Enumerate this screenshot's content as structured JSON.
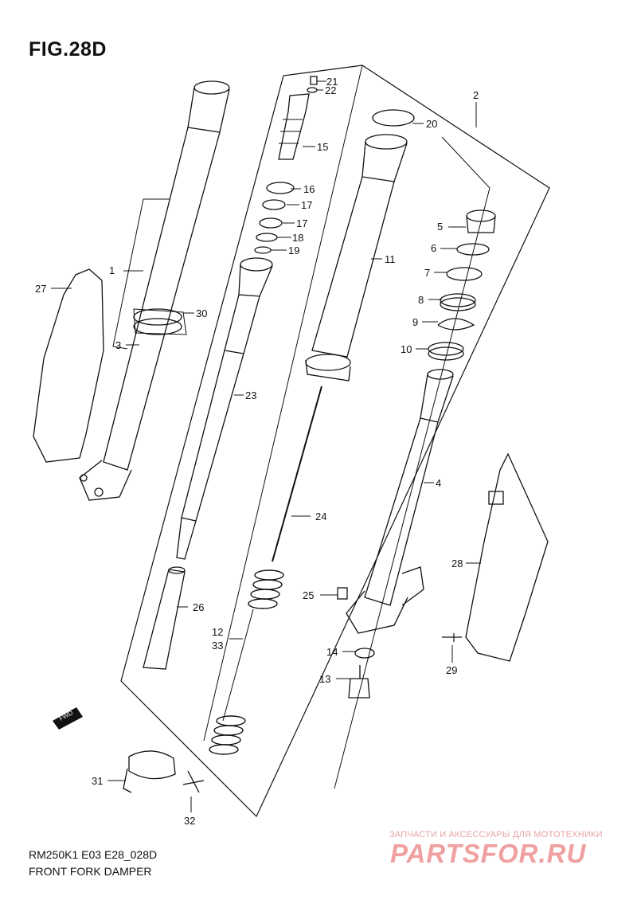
{
  "figure": {
    "title": "FIG.28D",
    "model_code": "RM250K1 E03 E28_028D",
    "name": "FRONT FORK DAMPER"
  },
  "watermark": {
    "tagline": "ЗАПЧАСТИ И АКСЕССУАРЫ ДЛЯ МОТОТЕХНИКИ",
    "logo": "PARTSFOR.RU"
  },
  "parts": [
    {
      "id": "p1",
      "label": "1"
    },
    {
      "id": "p2",
      "label": "2"
    },
    {
      "id": "p3",
      "label": "3"
    },
    {
      "id": "p4",
      "label": "4"
    },
    {
      "id": "p5",
      "label": "5"
    },
    {
      "id": "p6",
      "label": "6"
    },
    {
      "id": "p7",
      "label": "7"
    },
    {
      "id": "p8",
      "label": "8"
    },
    {
      "id": "p9",
      "label": "9"
    },
    {
      "id": "p10",
      "label": "10"
    },
    {
      "id": "p11",
      "label": "11"
    },
    {
      "id": "p12",
      "label": "12"
    },
    {
      "id": "p33",
      "label": "33"
    },
    {
      "id": "p13",
      "label": "13"
    },
    {
      "id": "p14",
      "label": "14"
    },
    {
      "id": "p15",
      "label": "15"
    },
    {
      "id": "p16",
      "label": "16"
    },
    {
      "id": "p17a",
      "label": "17"
    },
    {
      "id": "p17b",
      "label": "17"
    },
    {
      "id": "p18",
      "label": "18"
    },
    {
      "id": "p19",
      "label": "19"
    },
    {
      "id": "p20",
      "label": "20"
    },
    {
      "id": "p21",
      "label": "21"
    },
    {
      "id": "p22",
      "label": "22"
    },
    {
      "id": "p23",
      "label": "23"
    },
    {
      "id": "p24",
      "label": "24"
    },
    {
      "id": "p25",
      "label": "25"
    },
    {
      "id": "p26",
      "label": "26"
    },
    {
      "id": "p27",
      "label": "27"
    },
    {
      "id": "p28",
      "label": "28"
    },
    {
      "id": "p29",
      "label": "29"
    },
    {
      "id": "p30",
      "label": "30"
    },
    {
      "id": "p31",
      "label": "31"
    },
    {
      "id": "p32",
      "label": "32"
    }
  ],
  "direction_marker": "FWD"
}
